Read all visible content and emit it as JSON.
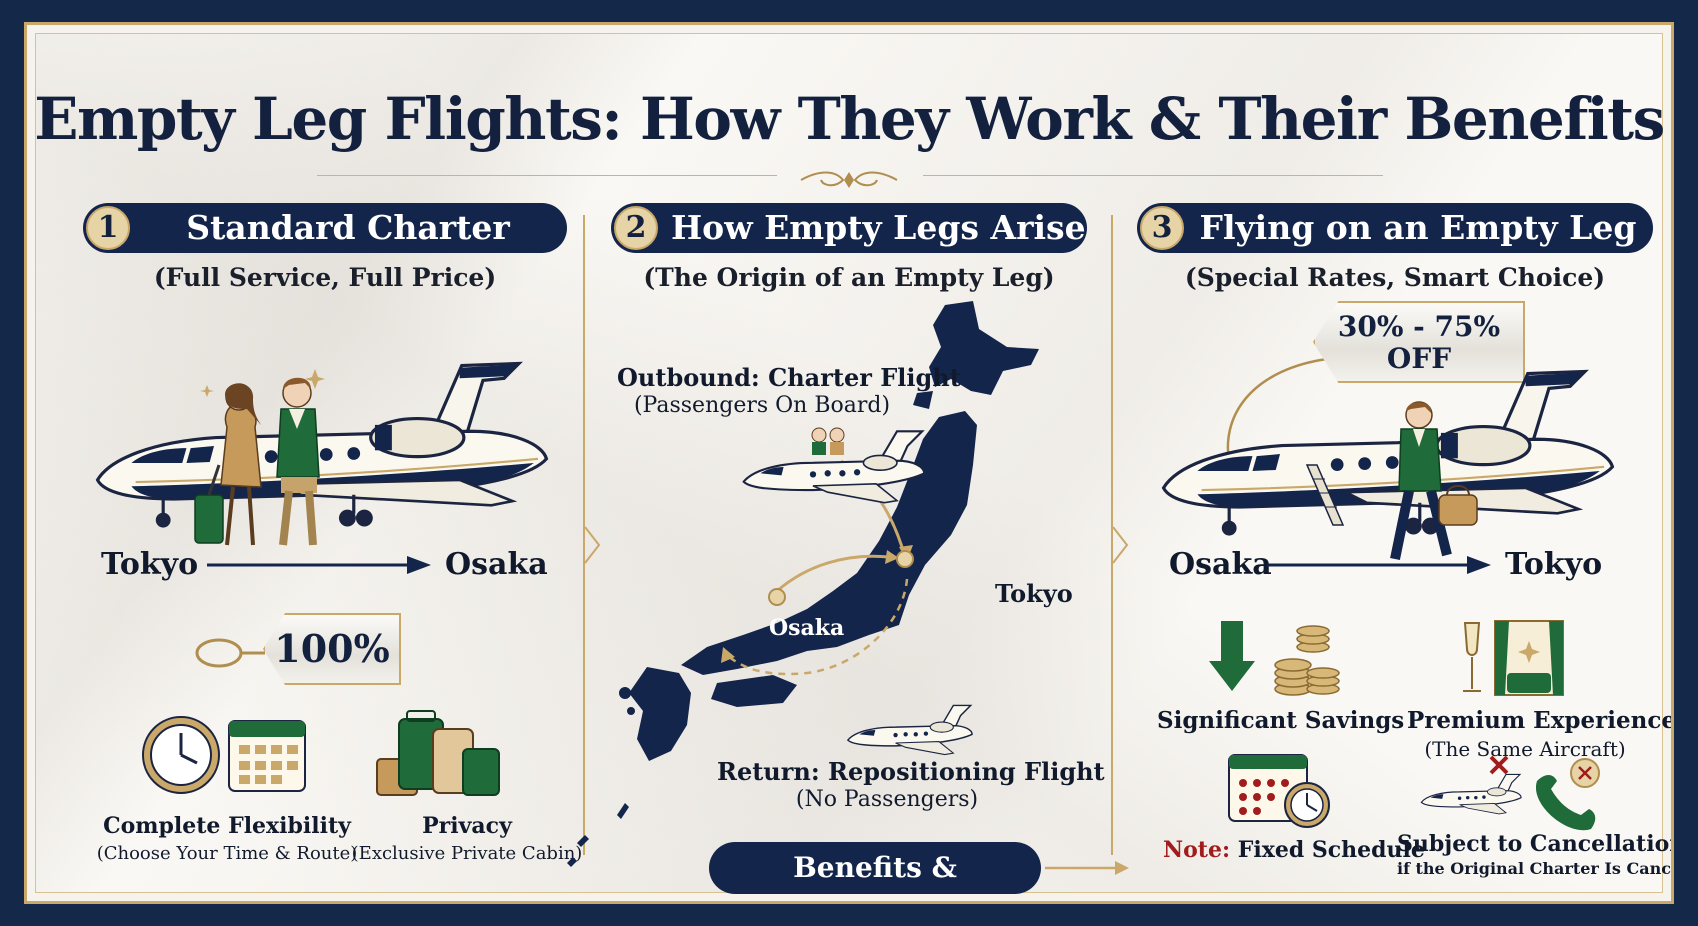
{
  "title": "Empty Leg Flights: How They Work & Their Benefits",
  "colors": {
    "navy": "#13254a",
    "gold": "#c9a86a",
    "green": "#1f6b3a",
    "red": "#a11d1d"
  },
  "sections": [
    {
      "number": "1",
      "heading": "Standard Charter",
      "subtitle": "(Full Service, Full Price)",
      "route_from": "Tokyo",
      "route_to": "Osaka",
      "price_tag": "100%",
      "features": [
        {
          "icon": "clock-calendar-icon",
          "label": "Complete Flexibility",
          "sublabel": "(Choose Your Time & Route)"
        },
        {
          "icon": "luggage-icon",
          "label": "Privacy",
          "sublabel": "(Exclusive Private Cabin)"
        }
      ]
    },
    {
      "number": "2",
      "heading": "How Empty Legs Arise",
      "subtitle": "(The Origin of an Empty Leg)",
      "outbound_label": "Outbound: Charter Flight",
      "outbound_sublabel": "(Passengers On Board)",
      "map_city_a": "Osaka",
      "map_city_b": "Tokyo",
      "return_label": "Return: Repositioning Flight",
      "return_sublabel": "(No Passengers)",
      "button": "Benefits & Limitations"
    },
    {
      "number": "3",
      "heading": "Flying on an Empty Leg",
      "subtitle": "(Special Rates, Smart Choice)",
      "discount_line1": "30% - 75%",
      "discount_line2": "OFF",
      "route_from": "Osaka",
      "route_to": "Tokyo",
      "benefits": [
        {
          "icon": "savings-icon",
          "label": "Significant Savings"
        },
        {
          "icon": "premium-cabin-icon",
          "label": "Premium Experience",
          "sublabel": "(The Same Aircraft)"
        }
      ],
      "note_prefix": "Note:",
      "note_text": "Fixed Schedule",
      "cancellation_label": "Subject to Cancellation",
      "cancellation_sublabel": "if the Original Charter Is Cancelled"
    }
  ]
}
